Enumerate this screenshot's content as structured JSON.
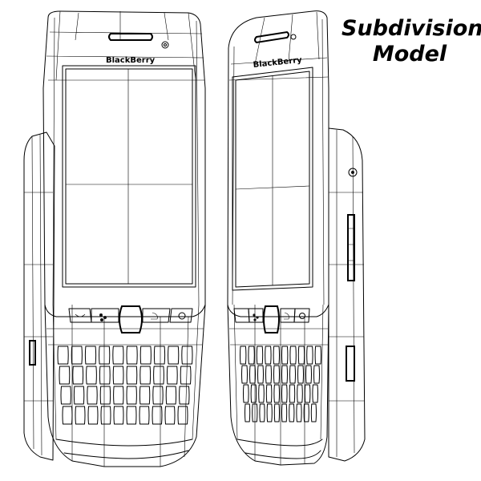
{
  "caption": {
    "line1": "Subdivision",
    "line2": "Model"
  },
  "phones": [
    {
      "id": "front-phone",
      "brand": "BlackBerry"
    },
    {
      "id": "angled-phone",
      "brand": "BlackBerry"
    }
  ]
}
